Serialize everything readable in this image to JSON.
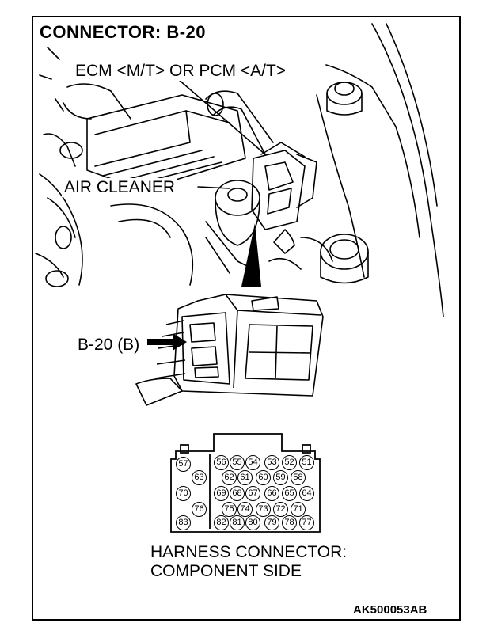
{
  "title": "CONNECTOR: B-20",
  "labels": {
    "ecm": "ECM <M/T> OR PCM <A/T>",
    "air_cleaner": "AIR CLEANER",
    "connector_id": "B-20 (B)"
  },
  "caption": {
    "line1": "HARNESS CONNECTOR:",
    "line2": "COMPONENT SIDE"
  },
  "figure_code": "AK500053AB",
  "connector_pins": {
    "row1": [
      "57",
      "56",
      "55",
      "54",
      "53",
      "52",
      "51"
    ],
    "row2": [
      "63",
      "62",
      "61",
      "60",
      "59",
      "58"
    ],
    "row3": [
      "70",
      "69",
      "68",
      "67",
      "66",
      "65",
      "64"
    ],
    "row4": [
      "76",
      "75",
      "74",
      "73",
      "72",
      "71"
    ],
    "row5": [
      "83",
      "82",
      "81",
      "80",
      "79",
      "78",
      "77"
    ]
  }
}
